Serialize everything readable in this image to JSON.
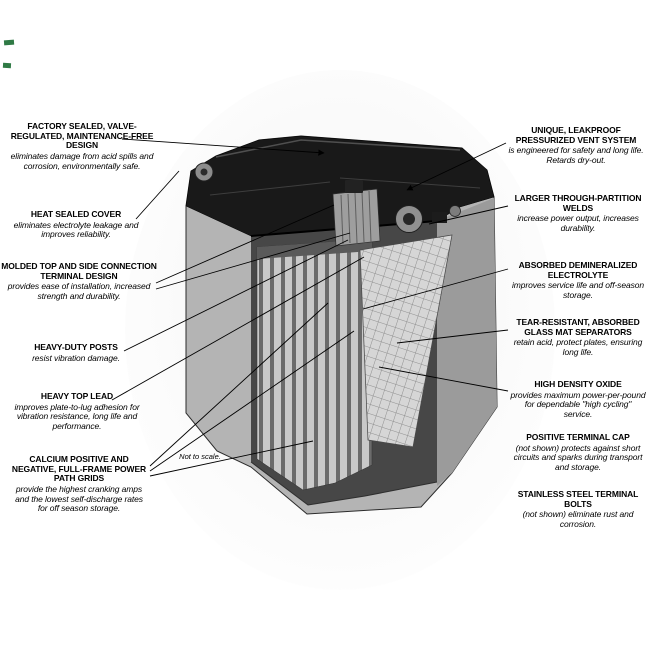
{
  "diagram": {
    "subject": "sealed valve-regulated battery cutaway",
    "note": "Not to scale."
  },
  "colors": {
    "background": "#ffffff",
    "text": "#000000",
    "cover_black": "#191919",
    "case_gray": "#b4b4b4",
    "plate_dark": "#6b6b6b",
    "plate_light": "#c9c9c9",
    "mat_gray": "#d6d6d6",
    "artifact_green": "#2f7a45"
  },
  "callouts_left": [
    {
      "title": "FACTORY SEALED, VALVE-REGULATED, MAINTENANCE-FREE DESIGN",
      "desc": "eliminates damage from acid spills and corrosion, environmentally safe."
    },
    {
      "title": "HEAT SEALED COVER",
      "desc": "eliminates electrolyte leakage and improves reliability."
    },
    {
      "title": "MOLDED TOP AND SIDE CONNECTION TERMINAL DESIGN",
      "desc": "provides ease of installation, increased strength and durability."
    },
    {
      "title": "HEAVY-DUTY POSTS",
      "desc": "resist vibration damage."
    },
    {
      "title": "HEAVY TOP LEAD",
      "desc": "improves plate-to-lug adhesion for vibration resistance, long life and performance."
    },
    {
      "title": "CALCIUM POSITIVE AND NEGATIVE, FULL-FRAME POWER PATH GRIDS",
      "desc": "provide the highest cranking amps and the lowest self-discharge rates for off season storage."
    }
  ],
  "callouts_right": [
    {
      "title": "UNIQUE, LEAKPROOF PRESSURIZED VENT SYSTEM",
      "desc": "is engineered for safety and long life. Retards dry-out."
    },
    {
      "title": "LARGER THROUGH-PARTITION WELDS",
      "desc": "increase power output, increases durability."
    },
    {
      "title": "ABSORBED DEMINERALIZED ELECTROLYTE",
      "desc": "improves service life and off-season storage."
    },
    {
      "title": "TEAR-RESISTANT, ABSORBED GLASS MAT SEPARATORS",
      "desc": "retain acid, protect plates, ensuring long life."
    },
    {
      "title": "HIGH DENSITY OXIDE",
      "desc": "provides maximum power-per-pound for dependable \"high cycling\" service."
    },
    {
      "title": "POSITIVE TERMINAL CAP",
      "desc": "(not shown) protects against short circuits and sparks during transport and storage."
    },
    {
      "title": "STAINLESS STEEL TERMINAL BOLTS",
      "desc": "(not shown) eliminate rust and corrosion."
    }
  ]
}
